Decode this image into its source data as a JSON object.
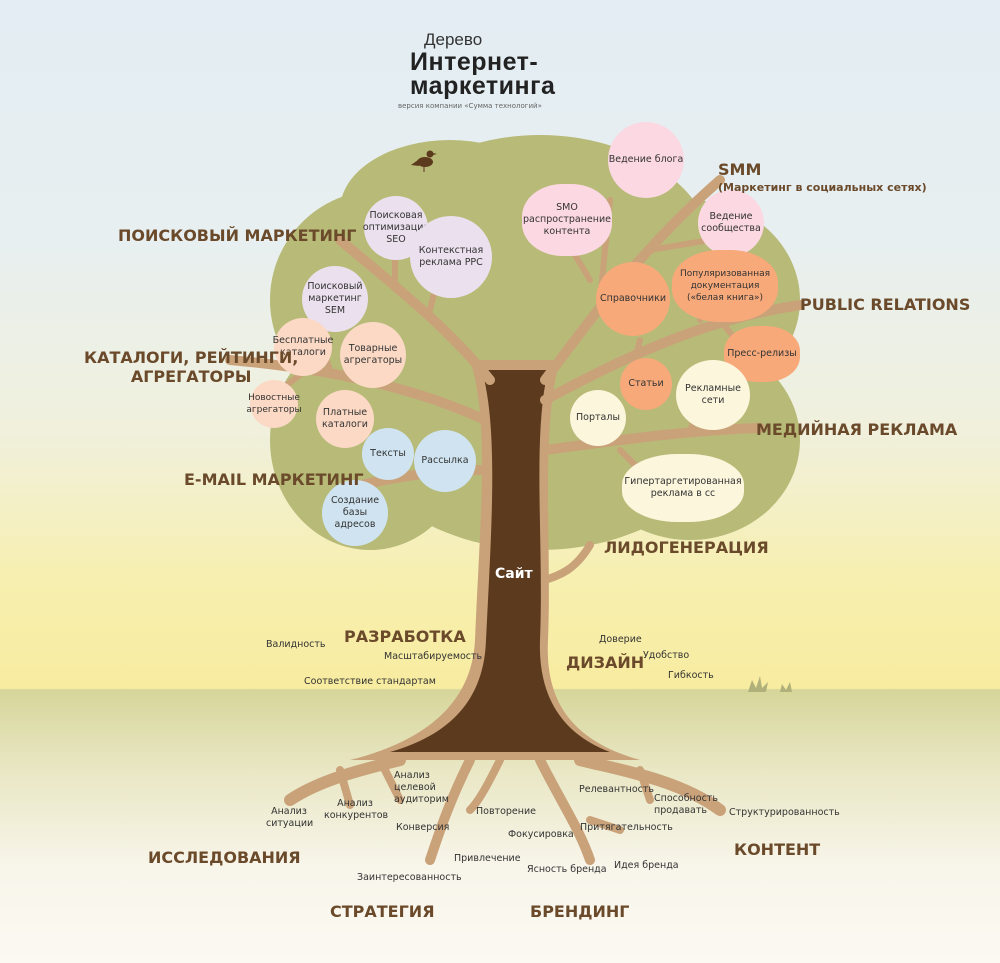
{
  "header": {
    "title_line1": "Дерево",
    "title_line2": "Интернет-",
    "title_line3": "маркетинга",
    "subtitle": "версия компании «Сумма технологий»"
  },
  "colors": {
    "crown": "#b8ba78",
    "branch": "#c9a27a",
    "trunk": "#5c3a1e",
    "category_text": "#6a4a2a",
    "bubble_lilac": "#ebe0ee",
    "bubble_peach": "#fbd9c5",
    "bubble_blue": "#cfe4f0",
    "bubble_pink": "#fbd8e2",
    "bubble_orange": "#f7a97a",
    "bubble_cream": "#fbf6dc"
  },
  "trunk": {
    "label": "Сайт"
  },
  "categories": {
    "search": "ПОИСКОВЫЙ МАРКЕТИНГ",
    "catalogs_line1": "КАТАЛОГИ, РЕЙТИНГИ,",
    "catalogs_line2": "АГРЕГАТОРЫ",
    "email": "E-MAIL МАРКЕТИНГ",
    "smm": "SMM",
    "smm_sub": "(Маркетинг в социальных сетях)",
    "pr": "PUBLIC RELATIONS",
    "media": "МЕДИЙНАЯ РЕКЛАМА",
    "leadgen": "ЛИДОГЕНЕРАЦИЯ",
    "dev": "РАЗРАБОТКА",
    "design": "ДИЗАЙН",
    "research": "ИССЛЕДОВАНИЯ",
    "strategy": "СТРАТЕГИЯ",
    "branding": "БРЕНДИНГ",
    "content": "КОНТЕНТ"
  },
  "bubbles": {
    "seo": "Поисковая оптимизация SEO",
    "ppc": "Контекстная реклама PPC",
    "sem": "Поисковый маркетинг SEM",
    "free_catalogs": "Бесплатные каталоги",
    "product_aggregators": "Товарные агрегаторы",
    "news_aggregators": "Новостные агрегаторы",
    "paid_catalogs": "Платные каталоги",
    "texts": "Тексты",
    "mailing": "Рассылка",
    "address_base": "Создание базы адресов",
    "blog": "Ведение блога",
    "smo": "SMO распространение контента",
    "community": "Ведение сообщества",
    "directories": "Справочники",
    "white_paper": "Популяризованная документация («белая книга»)",
    "press_releases": "Пресс-релизы",
    "articles": "Статьи",
    "ad_networks": "Рекламные сети",
    "portals": "Порталы",
    "hypertargeted": "Гипертаргетированная реклама в сс"
  },
  "leaves": {
    "dev": [
      "Валидность",
      "Масштабируемость",
      "Соответствие стандартам"
    ],
    "design": [
      "Доверие",
      "Удобство",
      "Гибкость"
    ],
    "research": [
      "Анализ ситуации",
      "Анализ конкурентов",
      "Анализ целевой аудиторим"
    ],
    "strategy": [
      "Конверсия",
      "Повторение",
      "Привлечение",
      "Заинтересованность"
    ],
    "branding": [
      "Фокусировка",
      "Притягательность",
      "Ясность бренда",
      "Идея бренда"
    ],
    "content": [
      "Релевантность",
      "Способность продавать",
      "Структурированность"
    ]
  }
}
